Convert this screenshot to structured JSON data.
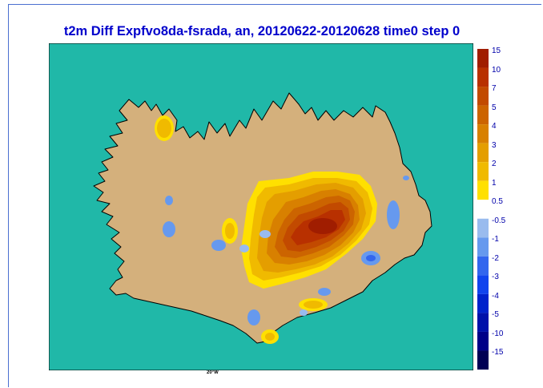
{
  "title": "t2m Diff Expfvo8da-fsrada, an, 20120622-20120628 time0 step 0",
  "x_axis_label": "20°W",
  "colors": {
    "ocean": "#20b8a8",
    "land": "#d4b07c",
    "border": "#000000",
    "title": "#0000cc"
  },
  "legend": {
    "bins": [
      {
        "label": "15",
        "color": "#a01d00"
      },
      {
        "label": "10",
        "color": "#b83000"
      },
      {
        "label": "7",
        "color": "#c24a00"
      },
      {
        "label": "5",
        "color": "#cc6400"
      },
      {
        "label": "4",
        "color": "#d88000"
      },
      {
        "label": "3",
        "color": "#e49e00"
      },
      {
        "label": "2",
        "color": "#f0ba00"
      },
      {
        "label": "1",
        "color": "#ffe000"
      },
      {
        "label": "0.5",
        "color": "#ffffff"
      },
      {
        "label": "-0.5",
        "color": "#99bbee"
      },
      {
        "label": "-1",
        "color": "#6699ee"
      },
      {
        "label": "-2",
        "color": "#3366ee"
      },
      {
        "label": "-3",
        "color": "#1144ee"
      },
      {
        "label": "-4",
        "color": "#0022cc"
      },
      {
        "label": "-5",
        "color": "#0011aa"
      },
      {
        "label": "-10",
        "color": "#000088"
      },
      {
        "label": "-15",
        "color": "#000055"
      }
    ]
  }
}
